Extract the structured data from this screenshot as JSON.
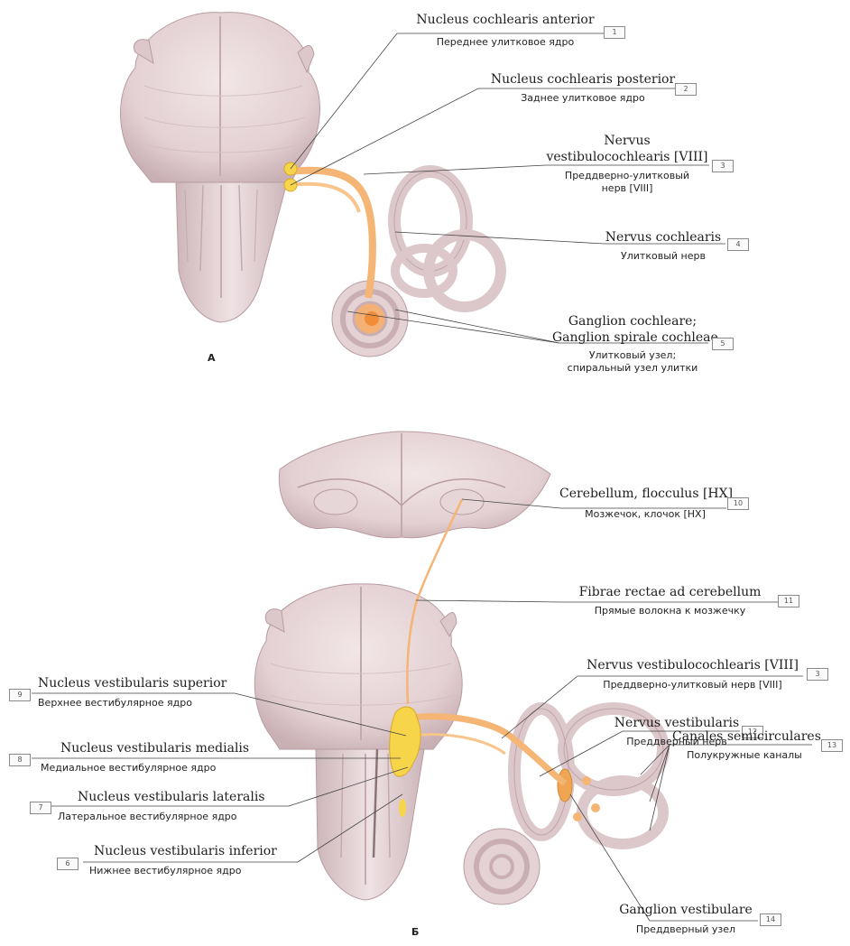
{
  "panels": {
    "a": "А",
    "b": "Б"
  },
  "labels": [
    {
      "num": "1",
      "latin": "Nucleus cochlearis anterior",
      "russian": "Переднее улитковое ядро"
    },
    {
      "num": "2",
      "latin": "Nucleus cochlearis posterior",
      "russian": "Заднее улитковое ядро"
    },
    {
      "num": "3",
      "latin": "Nervus vestibulocochlearis [VIII]",
      "latin_line1": "Nervus",
      "latin_line2": "vestibulocochlearis [VIII]",
      "russian_line1": "Преддверно-улитковый",
      "russian_line2": "нерв [VIII]"
    },
    {
      "num": "4",
      "latin": "Nervus cochlearis",
      "russian": "Улитковый нерв"
    },
    {
      "num": "5",
      "latin_line1": "Ganglion cochleare;",
      "latin_line2": "Ganglion spirale cochleae",
      "russian_line1": "Улитковый узел;",
      "russian_line2": "спиральный узел улитки"
    },
    {
      "num": "10",
      "latin": "Cerebellum, flocculus [HX]",
      "russian": "Мозжечок, клочок [HX]"
    },
    {
      "num": "11",
      "latin": "Fibrae rectae ad cerebellum",
      "russian": "Прямые волокна к мозжечку"
    },
    {
      "num": "3",
      "latin": "Nervus vestibulocochlearis [VIII]",
      "russian": "Преддверно-улитковый нерв [VIII]"
    },
    {
      "num": "12",
      "latin": "Nervus vestibularis",
      "russian": "Преддверный нерв"
    },
    {
      "num": "13",
      "latin": "Canales semicirculares",
      "russian": "Полукружные каналы"
    },
    {
      "num": "14",
      "latin": "Ganglion vestibulare",
      "russian": "Преддверный узел"
    },
    {
      "num": "9",
      "latin": "Nucleus vestibularis superior",
      "russian": "Верхнее вестибулярное ядро"
    },
    {
      "num": "8",
      "latin": "Nucleus vestibularis medialis",
      "russian": "Медиальное вестибулярное ядро"
    },
    {
      "num": "7",
      "latin": "Nucleus vestibularis lateralis",
      "russian": "Латеральное вестибулярное ядро"
    },
    {
      "num": "6",
      "latin": "Nucleus vestibularis inferior",
      "russian": "Нижнее вестибулярное ядро"
    }
  ],
  "colors": {
    "tissue": "#e7d6d8",
    "tissue_dark": "#c9b2b6",
    "nerve": "#f5b574",
    "nucleus": "#f7d54a",
    "leader": "#444444"
  }
}
